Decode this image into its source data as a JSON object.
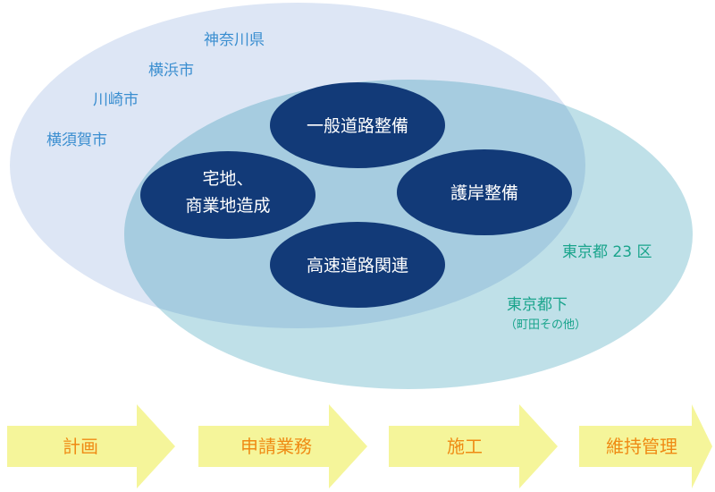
{
  "colors": {
    "kanagawa_fill": "#dde6f5",
    "tokyo_fill": "#bfe0e8",
    "overlap_fill": "#a6cce0",
    "kanagawa_text": "#3a8ed0",
    "tokyo_text": "#1aa48c",
    "node_fill": "#123a78",
    "node_text": "#ffffff",
    "arrow_fill": "#f5f59a",
    "arrow_text": "#ef8a14"
  },
  "regions": {
    "kanagawa": [
      "神奈川県",
      "横浜市",
      "川崎市",
      "横須賀市"
    ],
    "tokyo23": "東京都 23 区",
    "tokyo_other": "東京都下",
    "tokyo_other_note": "（町田その他）"
  },
  "services": {
    "general_road": "一般道路整備",
    "residential_line1": "宅地、",
    "residential_line2": "商業地造成",
    "revetment": "護岸整備",
    "highway": "高速道路関連"
  },
  "flow": [
    "計画",
    "申請業務",
    "施工",
    "維持管理"
  ]
}
